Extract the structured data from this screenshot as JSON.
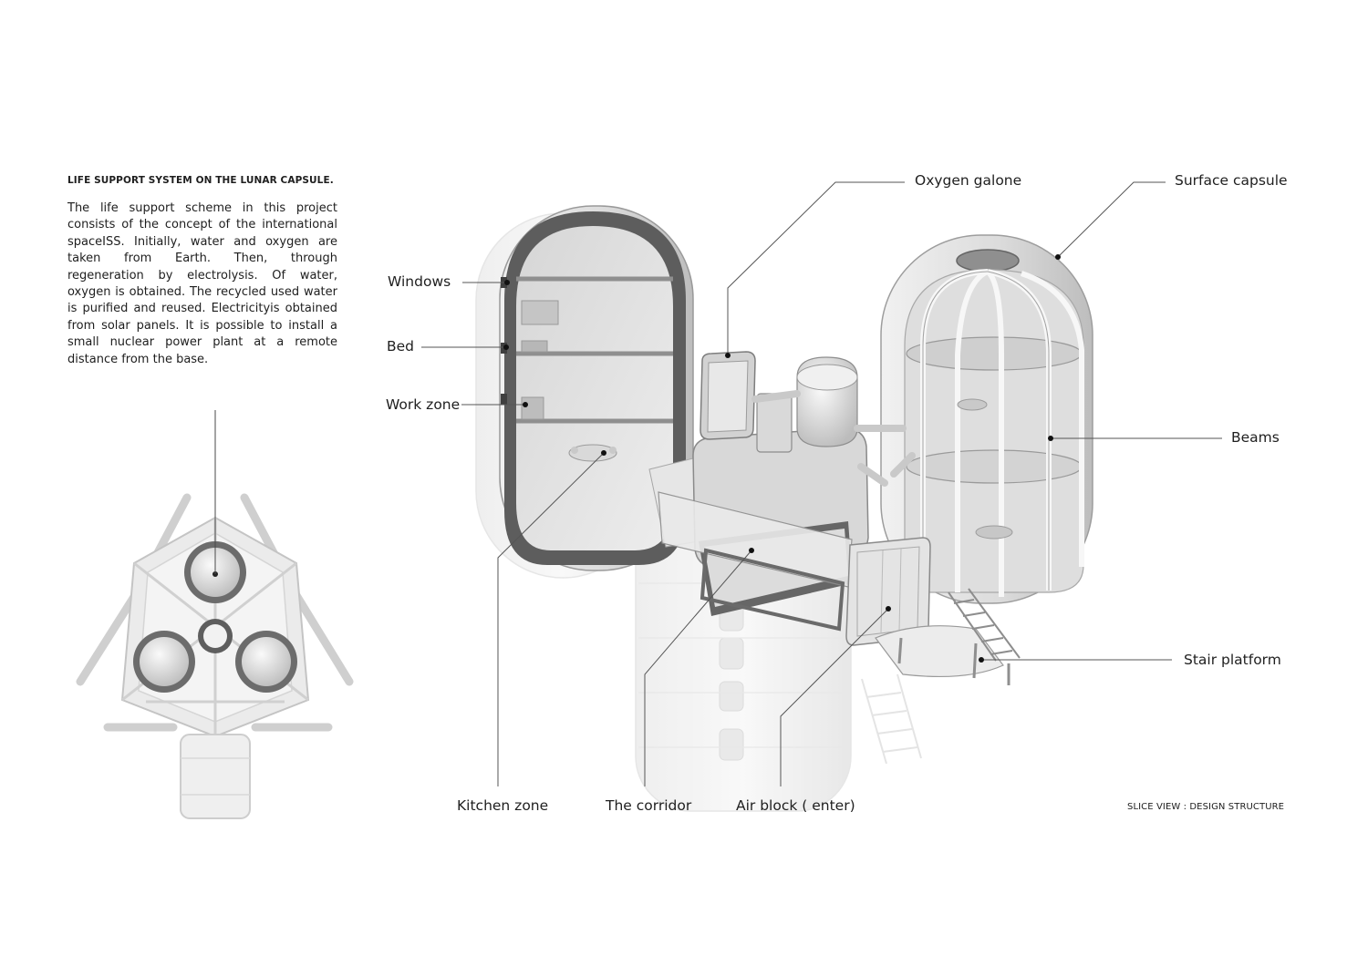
{
  "text_panel": {
    "title": "LIFE SUPPORT SYSTEM ON THE LUNAR CAPSULE.",
    "body": "The life support scheme in this project consists of the concept of the international spaceISS. Initially, water and oxygen are taken from Earth. Then, through regeneration by electrolysis. Of water, oxygen is obtained. The recycled used water is purified and reused. Electricityis obtained from solar panels. It is possible to install a small nuclear power plant at a remote distance from the base."
  },
  "labels": {
    "windows": "Windows",
    "bed": "Bed",
    "work_zone": "Work zone",
    "oxygen_galone": "Oxygen galone",
    "surface_capsule": "Surface capsule",
    "beams": "Beams",
    "stair_platform": "Stair platform",
    "kitchen_zone": "Kitchen zone",
    "the_corridor": "The corridor",
    "air_block": "Air block ( enter)"
  },
  "caption": "SLICE VIEW : DESIGN STRUCTURE"
}
